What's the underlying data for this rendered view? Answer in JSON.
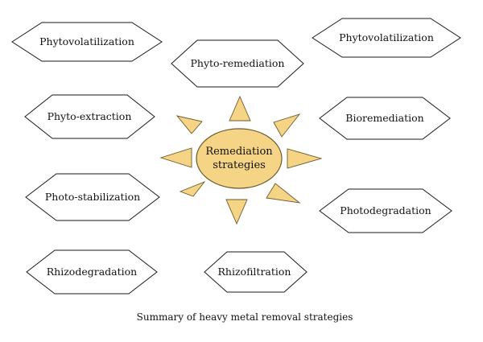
{
  "center": {
    "line1": "Remediation",
    "line2": "strategies",
    "fill_color": "#f6d486",
    "stroke_color": "#6b5a2e"
  },
  "strategies": [
    "Phytovolatilization",
    "Phyto-remediation",
    "Phytovolatilization",
    "Phyto-extraction",
    "Bioremediation",
    "Photo-stabilization",
    "Photodegradation",
    "Rhizodegradation",
    "Rhizofiltration"
  ],
  "caption": "Summary of heavy metal removal strategies"
}
